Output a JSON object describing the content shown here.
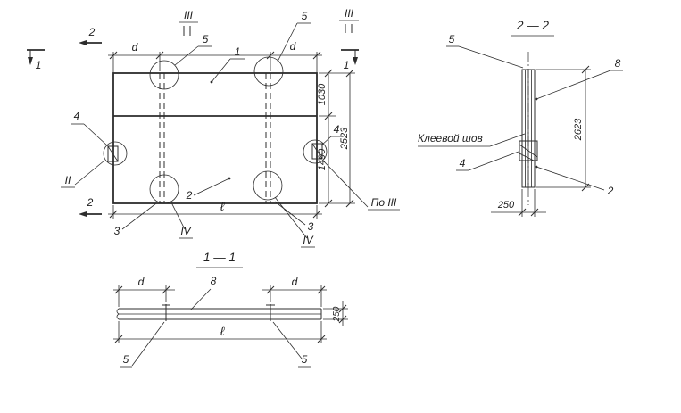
{
  "plan_view": {
    "section_marks": {
      "s1_left": "1",
      "s1_right": "1",
      "s2_top": "2",
      "s2_bottom": "2",
      "s3_left": "III",
      "s3_right": "III"
    },
    "position_labels": {
      "p1": "1",
      "p2": "2",
      "p3_left": "3",
      "p3_right": "3",
      "p4_left": "4",
      "p4_right": "4",
      "p5_left": "5",
      "p5_right": "5"
    },
    "detail_callouts": {
      "c2": "II",
      "c4_left": "IV",
      "c4_right": "IV",
      "view_note": "По III"
    },
    "dimensions": {
      "d_left": "d",
      "d_right": "d",
      "length": "ℓ",
      "h_top": "1030",
      "h_bottom": "1490",
      "h_total": "2523"
    }
  },
  "section_2_2": {
    "title": "2 — 2",
    "position_labels": {
      "p5": "5",
      "p8": "8",
      "p4": "4",
      "p2": "2"
    },
    "glue_note": "Клеевой шов",
    "dimensions": {
      "height": "2623",
      "thickness": "250"
    }
  },
  "section_1_1": {
    "title": "1 — 1",
    "position_labels": {
      "p8": "8",
      "p5_left": "5",
      "p5_right": "5"
    },
    "dimensions": {
      "d_left": "d",
      "d_right": "d",
      "length": "ℓ",
      "thickness": "250"
    }
  }
}
